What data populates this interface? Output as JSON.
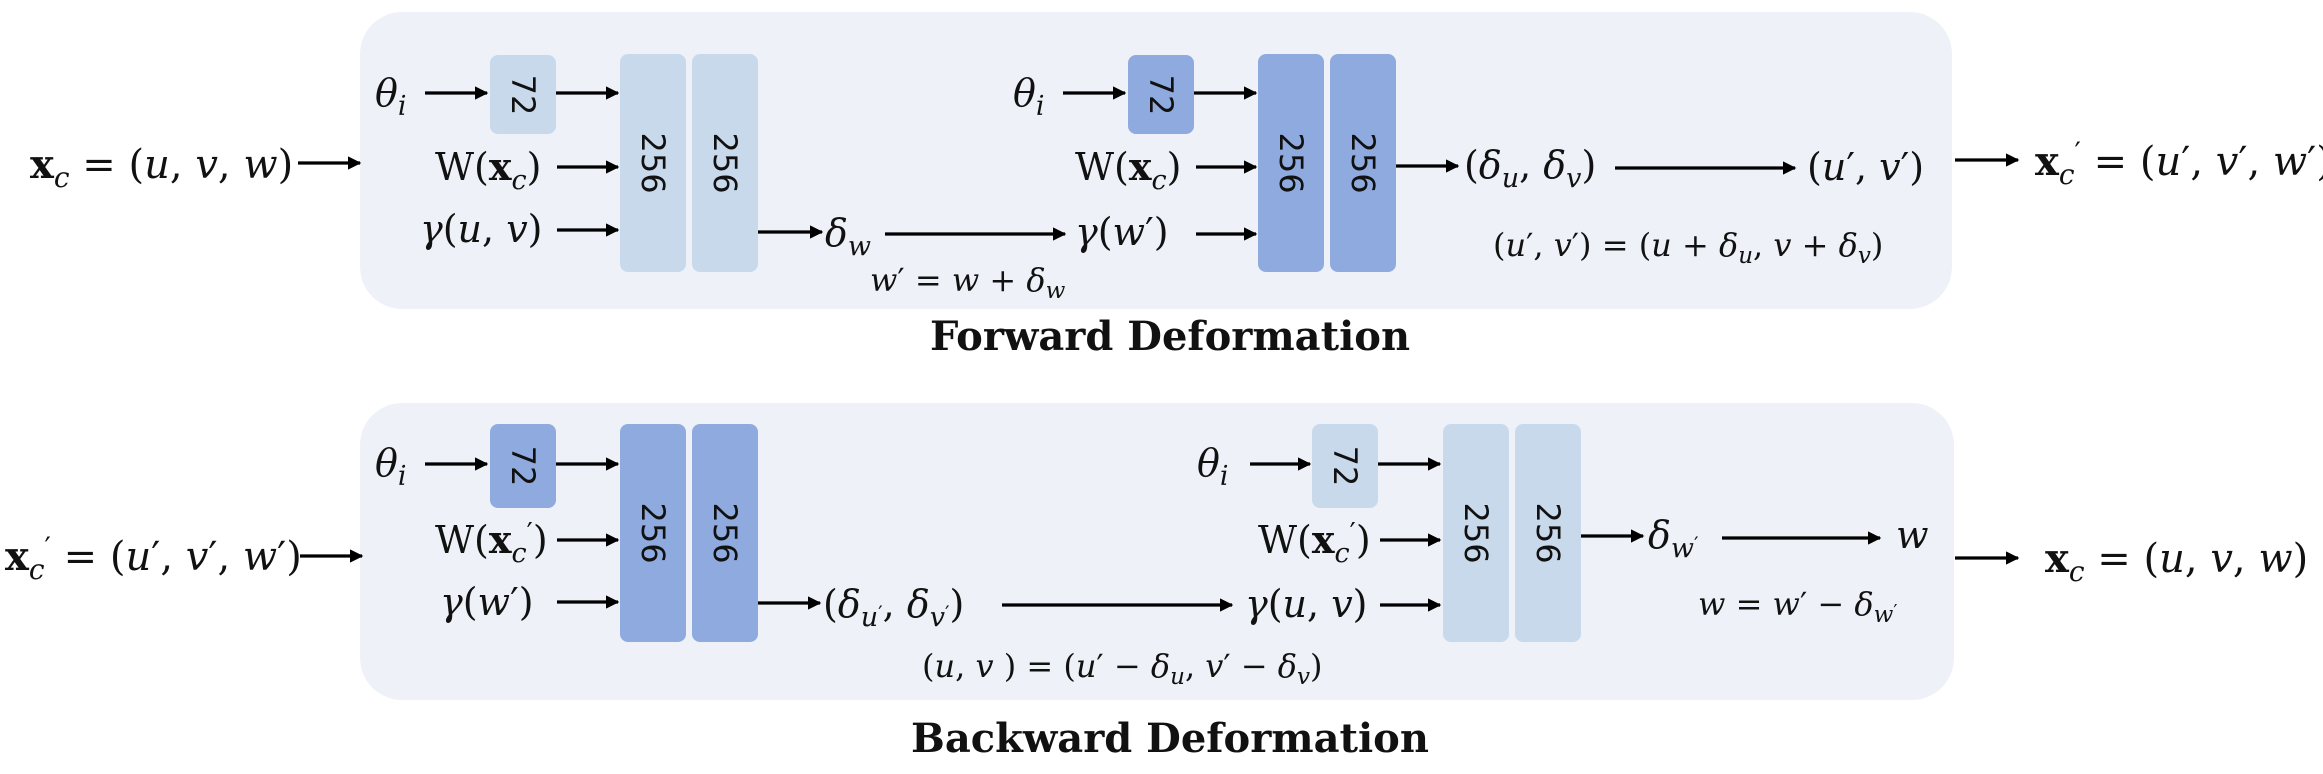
{
  "colors": {
    "panel_bg": "#eef2f8",
    "light_block": "#c8d9ec",
    "dark_block": "#8eaade",
    "arrow": "#000000",
    "text": "#111111"
  },
  "forward": {
    "title": "Forward Deformation",
    "input": "x_c = (u, v, w)",
    "output": "x'_c = (u', v', w')",
    "net1": {
      "in_theta": "θ_i",
      "in_skin": "W(x_c)",
      "in_enc": "γ(u, v)",
      "pose_block": "72",
      "layers": [
        "256",
        "256"
      ],
      "out": "δ_w",
      "note": "w' = w + δ_w"
    },
    "net2": {
      "in_theta": "θ_i",
      "in_skin": "W(x_c)",
      "in_enc": "γ(w')",
      "pose_block": "72",
      "layers": [
        "256",
        "256"
      ],
      "out": "(δ_u, δ_v)",
      "result": "(u', v')",
      "note": "(u', v') = (u + δ_u, v + δ_v)"
    }
  },
  "backward": {
    "title": "Backward Deformation",
    "input": "x'_c = (u', v', w')",
    "output": "x_c = (u, v, w)",
    "net1": {
      "in_theta": "θ_i",
      "in_skin": "W(x'_c)",
      "in_enc": "γ(w')",
      "pose_block": "72",
      "layers": [
        "256",
        "256"
      ],
      "out": "(δ_u', δ_v')",
      "note": "(u, v ) = (u' − δ_u, v' − δ_v)"
    },
    "net2": {
      "in_theta": "θ_i",
      "in_skin": "W(x'_c)",
      "in_enc": "γ(u, v)",
      "pose_block": "72",
      "layers": [
        "256",
        "256"
      ],
      "out": "δ_w'",
      "result": "w",
      "note": "w = w' − δ_w'"
    }
  }
}
